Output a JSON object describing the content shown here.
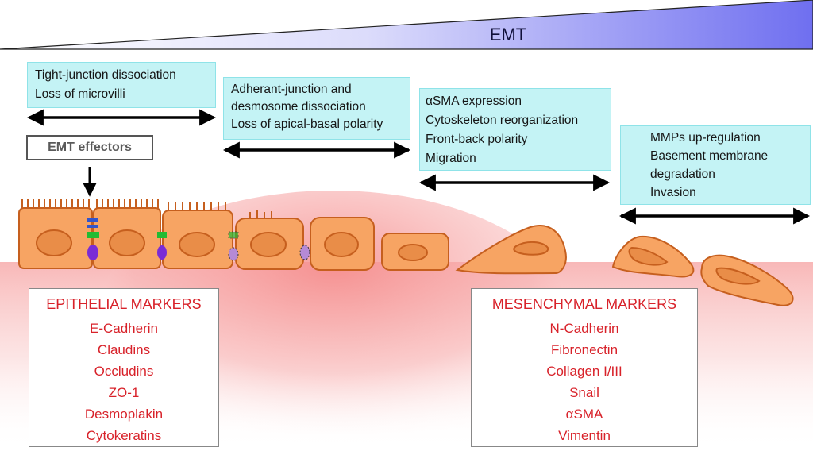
{
  "title": "EMT",
  "effectors_label": "EMT effectors",
  "stages": [
    {
      "lines": [
        "Tight-junction dissociation",
        "Loss of microvilli"
      ]
    },
    {
      "lines": [
        "Adherant-junction and",
        "desmosome dissociation",
        "Loss of apical-basal polarity"
      ]
    },
    {
      "lines": [
        "αSMA expression",
        "Cytoskeleton reorganization",
        "Front-back polarity",
        "Migration"
      ]
    },
    {
      "lines": [
        "MMPs up-regulation",
        "Basement membrane",
        "degradation",
        "Invasion"
      ]
    }
  ],
  "epithelial_markers": {
    "heading": "EPITHELIAL MARKERS",
    "items": [
      "E-Cadherin",
      "Claudins",
      "Occludins",
      "ZO-1",
      "Desmoplakin",
      "Cytokeratins"
    ]
  },
  "mesenchymal_markers": {
    "heading": "MESENCHYMAL MARKERS",
    "items": [
      "N-Cadherin",
      "Fibronectin",
      "Collagen I/III",
      "Snail",
      "αSMA",
      "Vimentin"
    ]
  },
  "colors": {
    "cell_fill": "#f7a463",
    "cell_stroke": "#c65f1e",
    "nucleus_fill": "#e98d48",
    "box_fill": "#c4f3f5",
    "marker_text": "#d8222a",
    "gradient_blue": "#6f6ff0"
  }
}
